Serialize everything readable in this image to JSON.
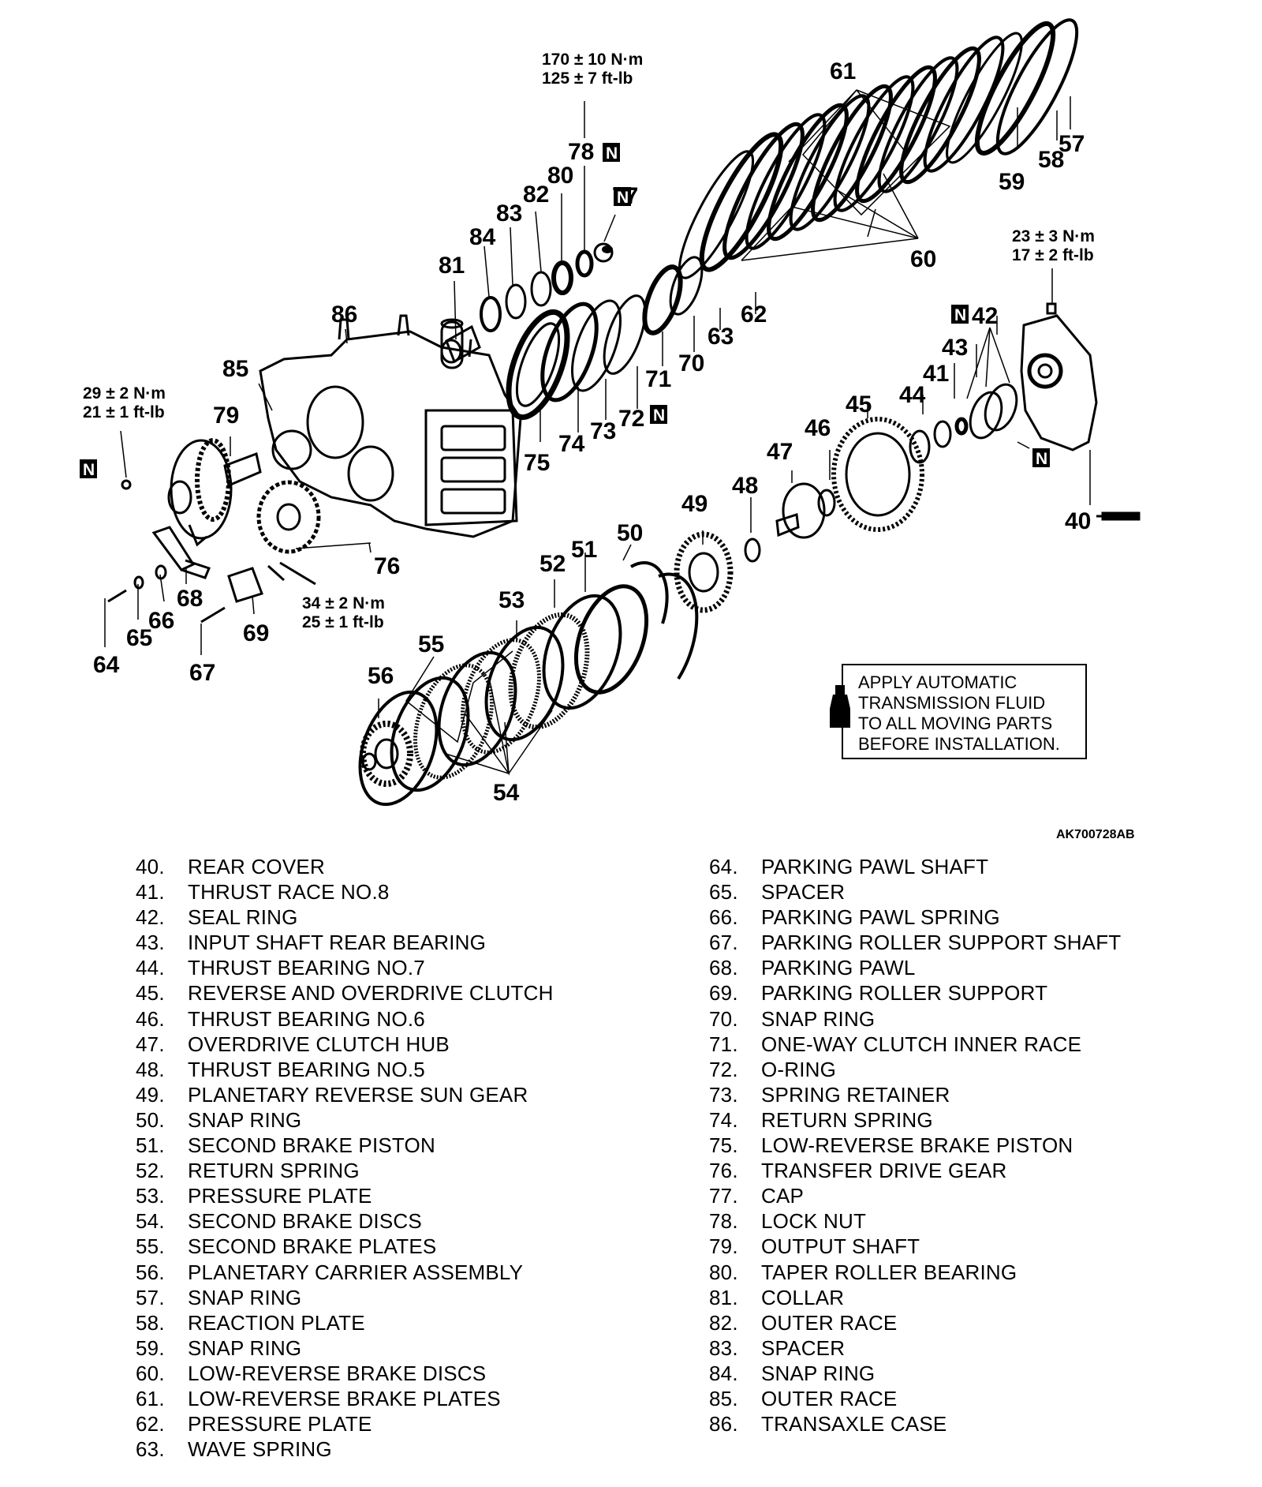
{
  "callouts": [
    "40",
    "41",
    "42",
    "43",
    "44",
    "45",
    "46",
    "47",
    "48",
    "49",
    "50",
    "51",
    "52",
    "53",
    "54",
    "55",
    "56",
    "57",
    "58",
    "59",
    "60",
    "61",
    "62",
    "63",
    "64",
    "65",
    "66",
    "67",
    "68",
    "69",
    "70",
    "71",
    "72",
    "73",
    "74",
    "75",
    "76",
    "77",
    "78",
    "79",
    "81",
    "80",
    "82",
    "83",
    "84",
    "85",
    "86"
  ],
  "n_mark": "N",
  "torque": {
    "t78_nm": "170 ± 10 N·m",
    "t78_ftlb": "125 ± 7 ft-lb",
    "t40_nm": "23 ± 3 N·m",
    "t40_ftlb": "17 ± 2 ft-lb",
    "t79_nm": "29 ± 2 N·m",
    "t79_ftlb": "21 ± 1 ft-lb",
    "t76_nm": "34 ± 2 N·m",
    "t76_ftlb": "25 ± 1 ft-lb"
  },
  "note": [
    "APPLY AUTOMATIC",
    "TRANSMISSION FLUID",
    "TO ALL MOVING PARTS",
    "BEFORE INSTALLATION."
  ],
  "figure_id": "AK700728AB",
  "legend_left": [
    {
      "num": "40.",
      "name": "REAR COVER"
    },
    {
      "num": "41.",
      "name": "THRUST RACE NO.8"
    },
    {
      "num": "42.",
      "name": "SEAL RING"
    },
    {
      "num": "43.",
      "name": "INPUT SHAFT REAR BEARING"
    },
    {
      "num": "44.",
      "name": "THRUST BEARING NO.7"
    },
    {
      "num": "45.",
      "name": "REVERSE AND OVERDRIVE CLUTCH"
    },
    {
      "num": "46.",
      "name": "THRUST BEARING NO.6"
    },
    {
      "num": "47.",
      "name": "OVERDRIVE CLUTCH HUB"
    },
    {
      "num": "48.",
      "name": "THRUST BEARING NO.5"
    },
    {
      "num": "49.",
      "name": "PLANETARY REVERSE SUN GEAR"
    },
    {
      "num": "50.",
      "name": "SNAP RING"
    },
    {
      "num": "51.",
      "name": "SECOND BRAKE PISTON"
    },
    {
      "num": "52.",
      "name": "RETURN SPRING"
    },
    {
      "num": "53.",
      "name": "PRESSURE PLATE"
    },
    {
      "num": "54.",
      "name": "SECOND BRAKE DISCS"
    },
    {
      "num": "55.",
      "name": "SECOND BRAKE PLATES"
    },
    {
      "num": "56.",
      "name": "PLANETARY CARRIER ASSEMBLY"
    },
    {
      "num": "57.",
      "name": "SNAP RING"
    },
    {
      "num": "58.",
      "name": "REACTION PLATE"
    },
    {
      "num": "59.",
      "name": "SNAP RING"
    },
    {
      "num": "60.",
      "name": "LOW-REVERSE BRAKE DISCS"
    },
    {
      "num": "61.",
      "name": "LOW-REVERSE BRAKE PLATES"
    },
    {
      "num": "62.",
      "name": "PRESSURE PLATE"
    },
    {
      "num": "63.",
      "name": "WAVE SPRING"
    }
  ],
  "legend_right": [
    {
      "num": "64.",
      "name": "PARKING PAWL SHAFT"
    },
    {
      "num": "65.",
      "name": "SPACER"
    },
    {
      "num": "66.",
      "name": "PARKING PAWL SPRING"
    },
    {
      "num": "67.",
      "name": "PARKING ROLLER SUPPORT SHAFT"
    },
    {
      "num": "68.",
      "name": "PARKING PAWL"
    },
    {
      "num": "69.",
      "name": "PARKING ROLLER SUPPORT"
    },
    {
      "num": "70.",
      "name": "SNAP RING"
    },
    {
      "num": "71.",
      "name": "ONE-WAY CLUTCH INNER RACE"
    },
    {
      "num": "72.",
      "name": "O-RING"
    },
    {
      "num": "73.",
      "name": "SPRING RETAINER"
    },
    {
      "num": "74.",
      "name": "RETURN SPRING"
    },
    {
      "num": "75.",
      "name": "LOW-REVERSE BRAKE PISTON"
    },
    {
      "num": "76.",
      "name": "TRANSFER DRIVE GEAR"
    },
    {
      "num": "77.",
      "name": "CAP"
    },
    {
      "num": "78.",
      "name": "LOCK NUT"
    },
    {
      "num": "79.",
      "name": "OUTPUT SHAFT"
    },
    {
      "num": "80.",
      "name": "TAPER ROLLER BEARING"
    },
    {
      "num": "81.",
      "name": "COLLAR"
    },
    {
      "num": "82.",
      "name": "OUTER RACE"
    },
    {
      "num": "83.",
      "name": "SPACER"
    },
    {
      "num": "84.",
      "name": "SNAP RING"
    },
    {
      "num": "85.",
      "name": "OUTER RACE"
    },
    {
      "num": "86.",
      "name": "TRANSAXLE CASE"
    }
  ]
}
